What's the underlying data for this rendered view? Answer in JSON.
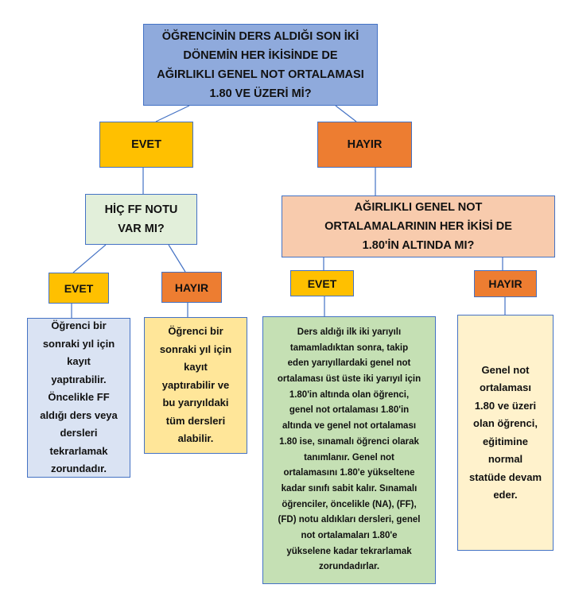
{
  "root_question": "ÖĞRENCİNİN DERS ALDIĞI SON İKİ\nDÖNEMİN HER İKİSİNDE DE\nAĞIRLIKLI GENEL NOT ORTALAMASI\n1.80 VE ÜZERİ Mİ?",
  "left": {
    "answer": "EVET",
    "question": "HİÇ FF NOTU\nVAR MI?",
    "yes": {
      "answer": "EVET",
      "result": "Öğrenci bir\nsonraki yıl için\nkayıt\nyaptırabilir.\nÖncelikle FF\naldığı ders veya\ndersleri\ntekrarlamak\nzorundadır."
    },
    "no": {
      "answer": "HAYIR",
      "result": "Öğrenci bir\nsonraki yıl için\nkayıt\nyaptırabilir ve\nbu yarıyıldaki\ntüm dersleri\nalabilir."
    }
  },
  "right": {
    "answer": "HAYIR",
    "question": "AĞIRLIKLI GENEL NOT\nORTALAMALARININ HER İKİSİ DE\n1.80'İN ALTINDA MI?",
    "yes": {
      "answer": "EVET",
      "result": "Ders aldığı ilk iki yarıyılı\ntamamladıktan sonra, takip\neden yarıyıllardaki genel not\nortalaması üst üste iki yarıyıl için\n1.80'in altında olan öğrenci,\ngenel not ortalaması 1.80'in\naltında ve genel not ortalaması\n1.80 ise, sınamalı öğrenci olarak\ntanımlanır. Genel not\nortalamasını 1.80'e yükseltene\nkadar sınıfı sabit kalır. Sınamalı\nöğrenciler, öncelikle (NA), (FF),\n(FD) notu aldıkları dersleri, genel\nnot ortalamaları 1.80'e\nyükselene kadar tekrarlamak\nzorundadırlar."
    },
    "no": {
      "answer": "HAYIR",
      "result": "Genel not\nortalaması\n1.80 ve üzeri\nolan öğrenci,\neğitimine\nnormal\nstatüde devam\neder."
    }
  }
}
